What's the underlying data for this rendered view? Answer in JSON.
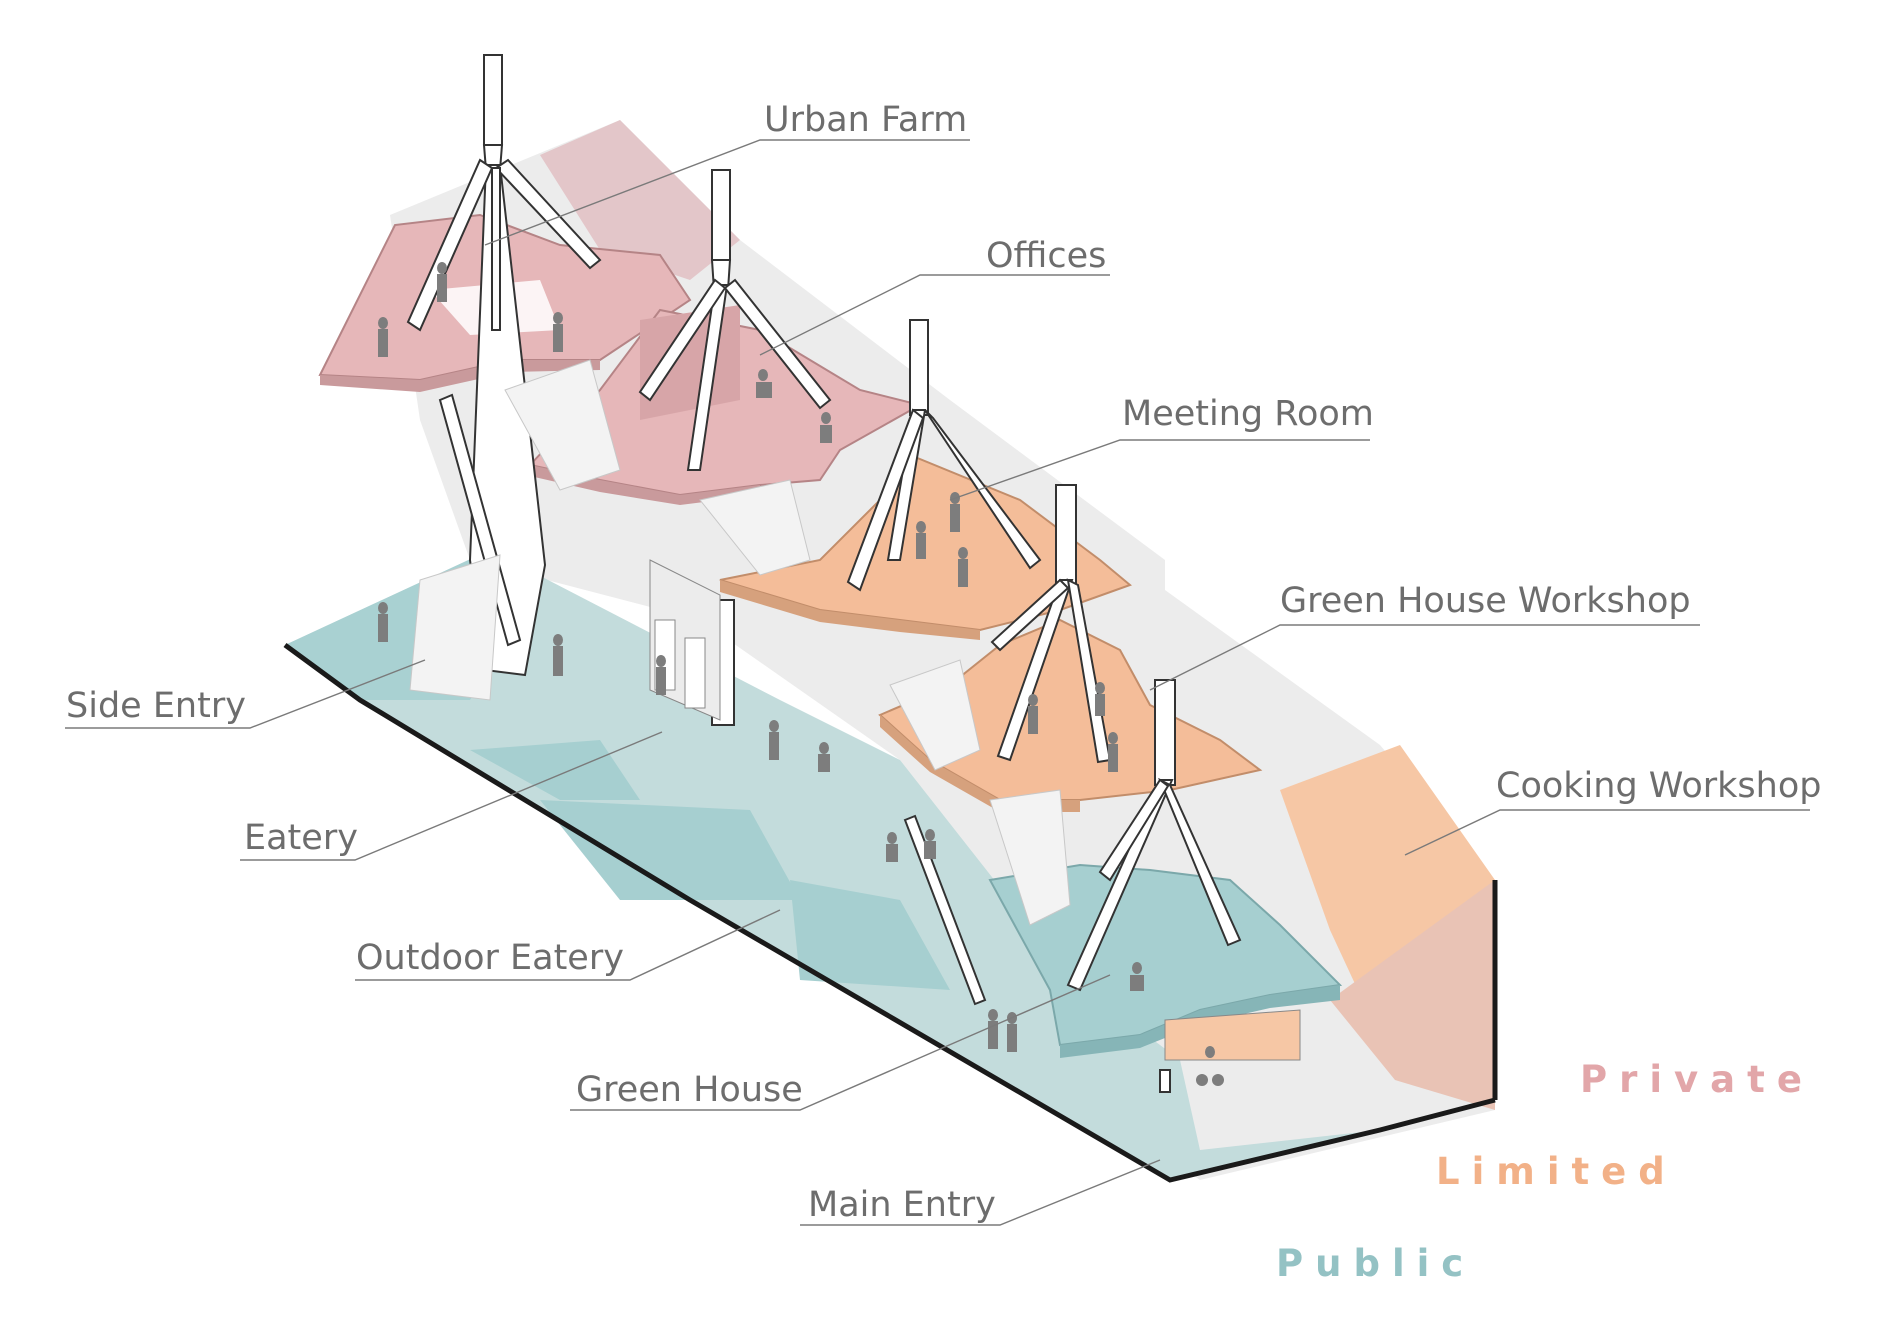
{
  "labels": {
    "urban_farm": "Urban Farm",
    "offices": "Offices",
    "meeting_room": "Meeting Room",
    "green_house_workshop": "Green House Workshop",
    "cooking_workshop": "Cooking Workshop",
    "side_entry": "Side Entry",
    "eatery": "Eatery",
    "outdoor_eatery": "Outdoor Eatery",
    "green_house": "Green House",
    "main_entry": "Main Entry"
  },
  "legend": {
    "private": "Private",
    "limited": "Limited",
    "public": "Public"
  },
  "colors": {
    "private": "#e6b7b9",
    "limited": "#f4bd99",
    "public": "#a6cfd0",
    "ground": "#c3dcdc",
    "wall": "#ececec",
    "structure": "#ffffff",
    "label_text": "#6d6d6d"
  }
}
